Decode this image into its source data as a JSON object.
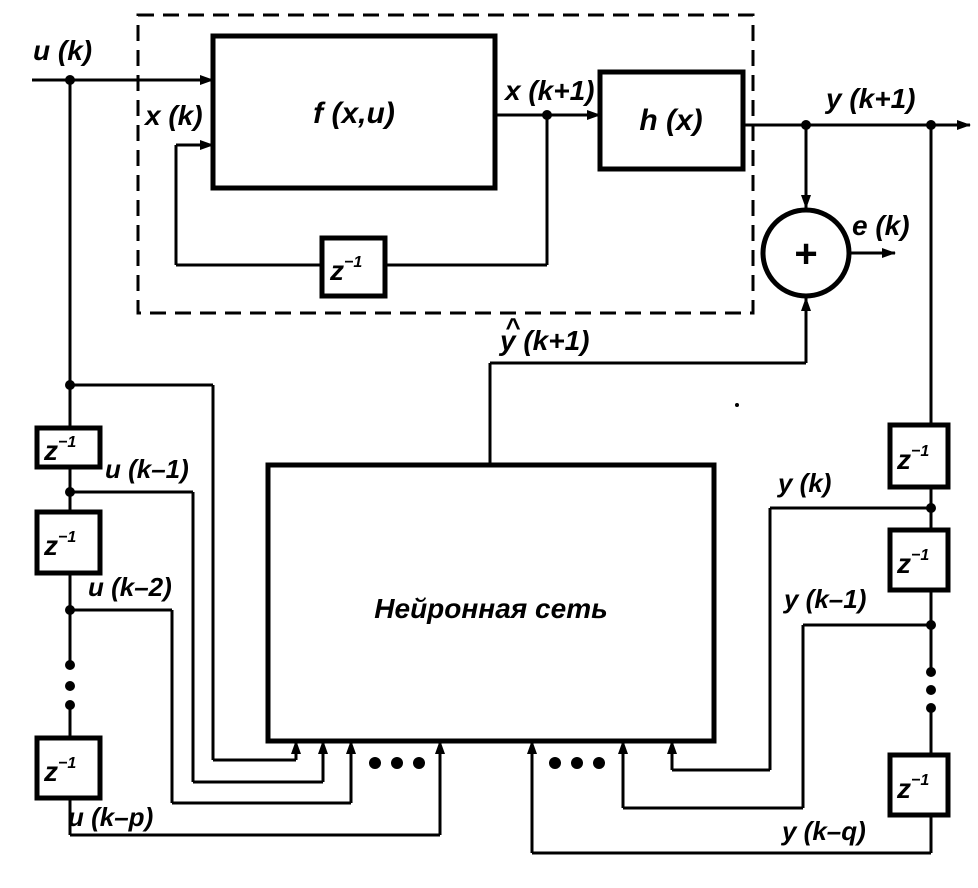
{
  "blocks": {
    "plant_state": "f (x,u)",
    "plant_output": "h (x)",
    "delay": "z",
    "delay_exp": "−1",
    "summer": "+",
    "neural_net": "Нейронная сеть"
  },
  "signals": {
    "u_k": "u (k)",
    "x_k": "x (k)",
    "x_k1": "x (k+1)",
    "y_k1": "y (k+1)",
    "e_k": "e (k)",
    "yhat_hat": "^",
    "yhat_k1": "y (k+1)",
    "u_k_1": "u (k–1)",
    "u_k_2": "u (k–2)",
    "u_k_p": "u (k–p)",
    "y_k": "y (k)",
    "y_k_1": "y (k–1)",
    "y_k_q": "y (k–q)"
  }
}
